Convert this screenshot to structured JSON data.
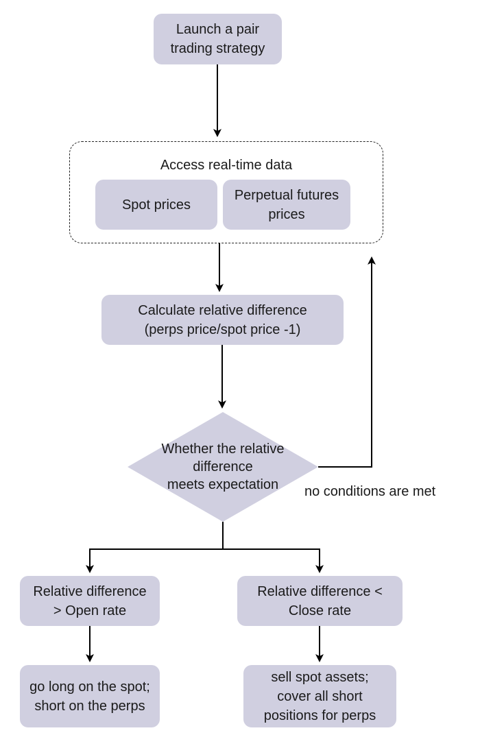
{
  "nodes": {
    "launch": "Launch a pair\ntrading strategy",
    "group_title": "Access real-time data",
    "spot": "Spot prices",
    "perp": "Perpetual futures\nprices",
    "calc": "Calculate relative difference\n(perps price/spot price -1)",
    "decision": "Whether the relative\ndifference\nmeets expectation",
    "open_cond": "Relative difference\n> Open rate",
    "close_cond": "Relative difference <\nClose rate",
    "open_action": "go long on the spot;\nshort on the perps",
    "close_action": "sell spot assets;\ncover all short\npositions for perps"
  },
  "edge_labels": {
    "loop": "no conditions are met"
  },
  "colors": {
    "node_fill": "#d0cfe0",
    "line": "#000000"
  }
}
